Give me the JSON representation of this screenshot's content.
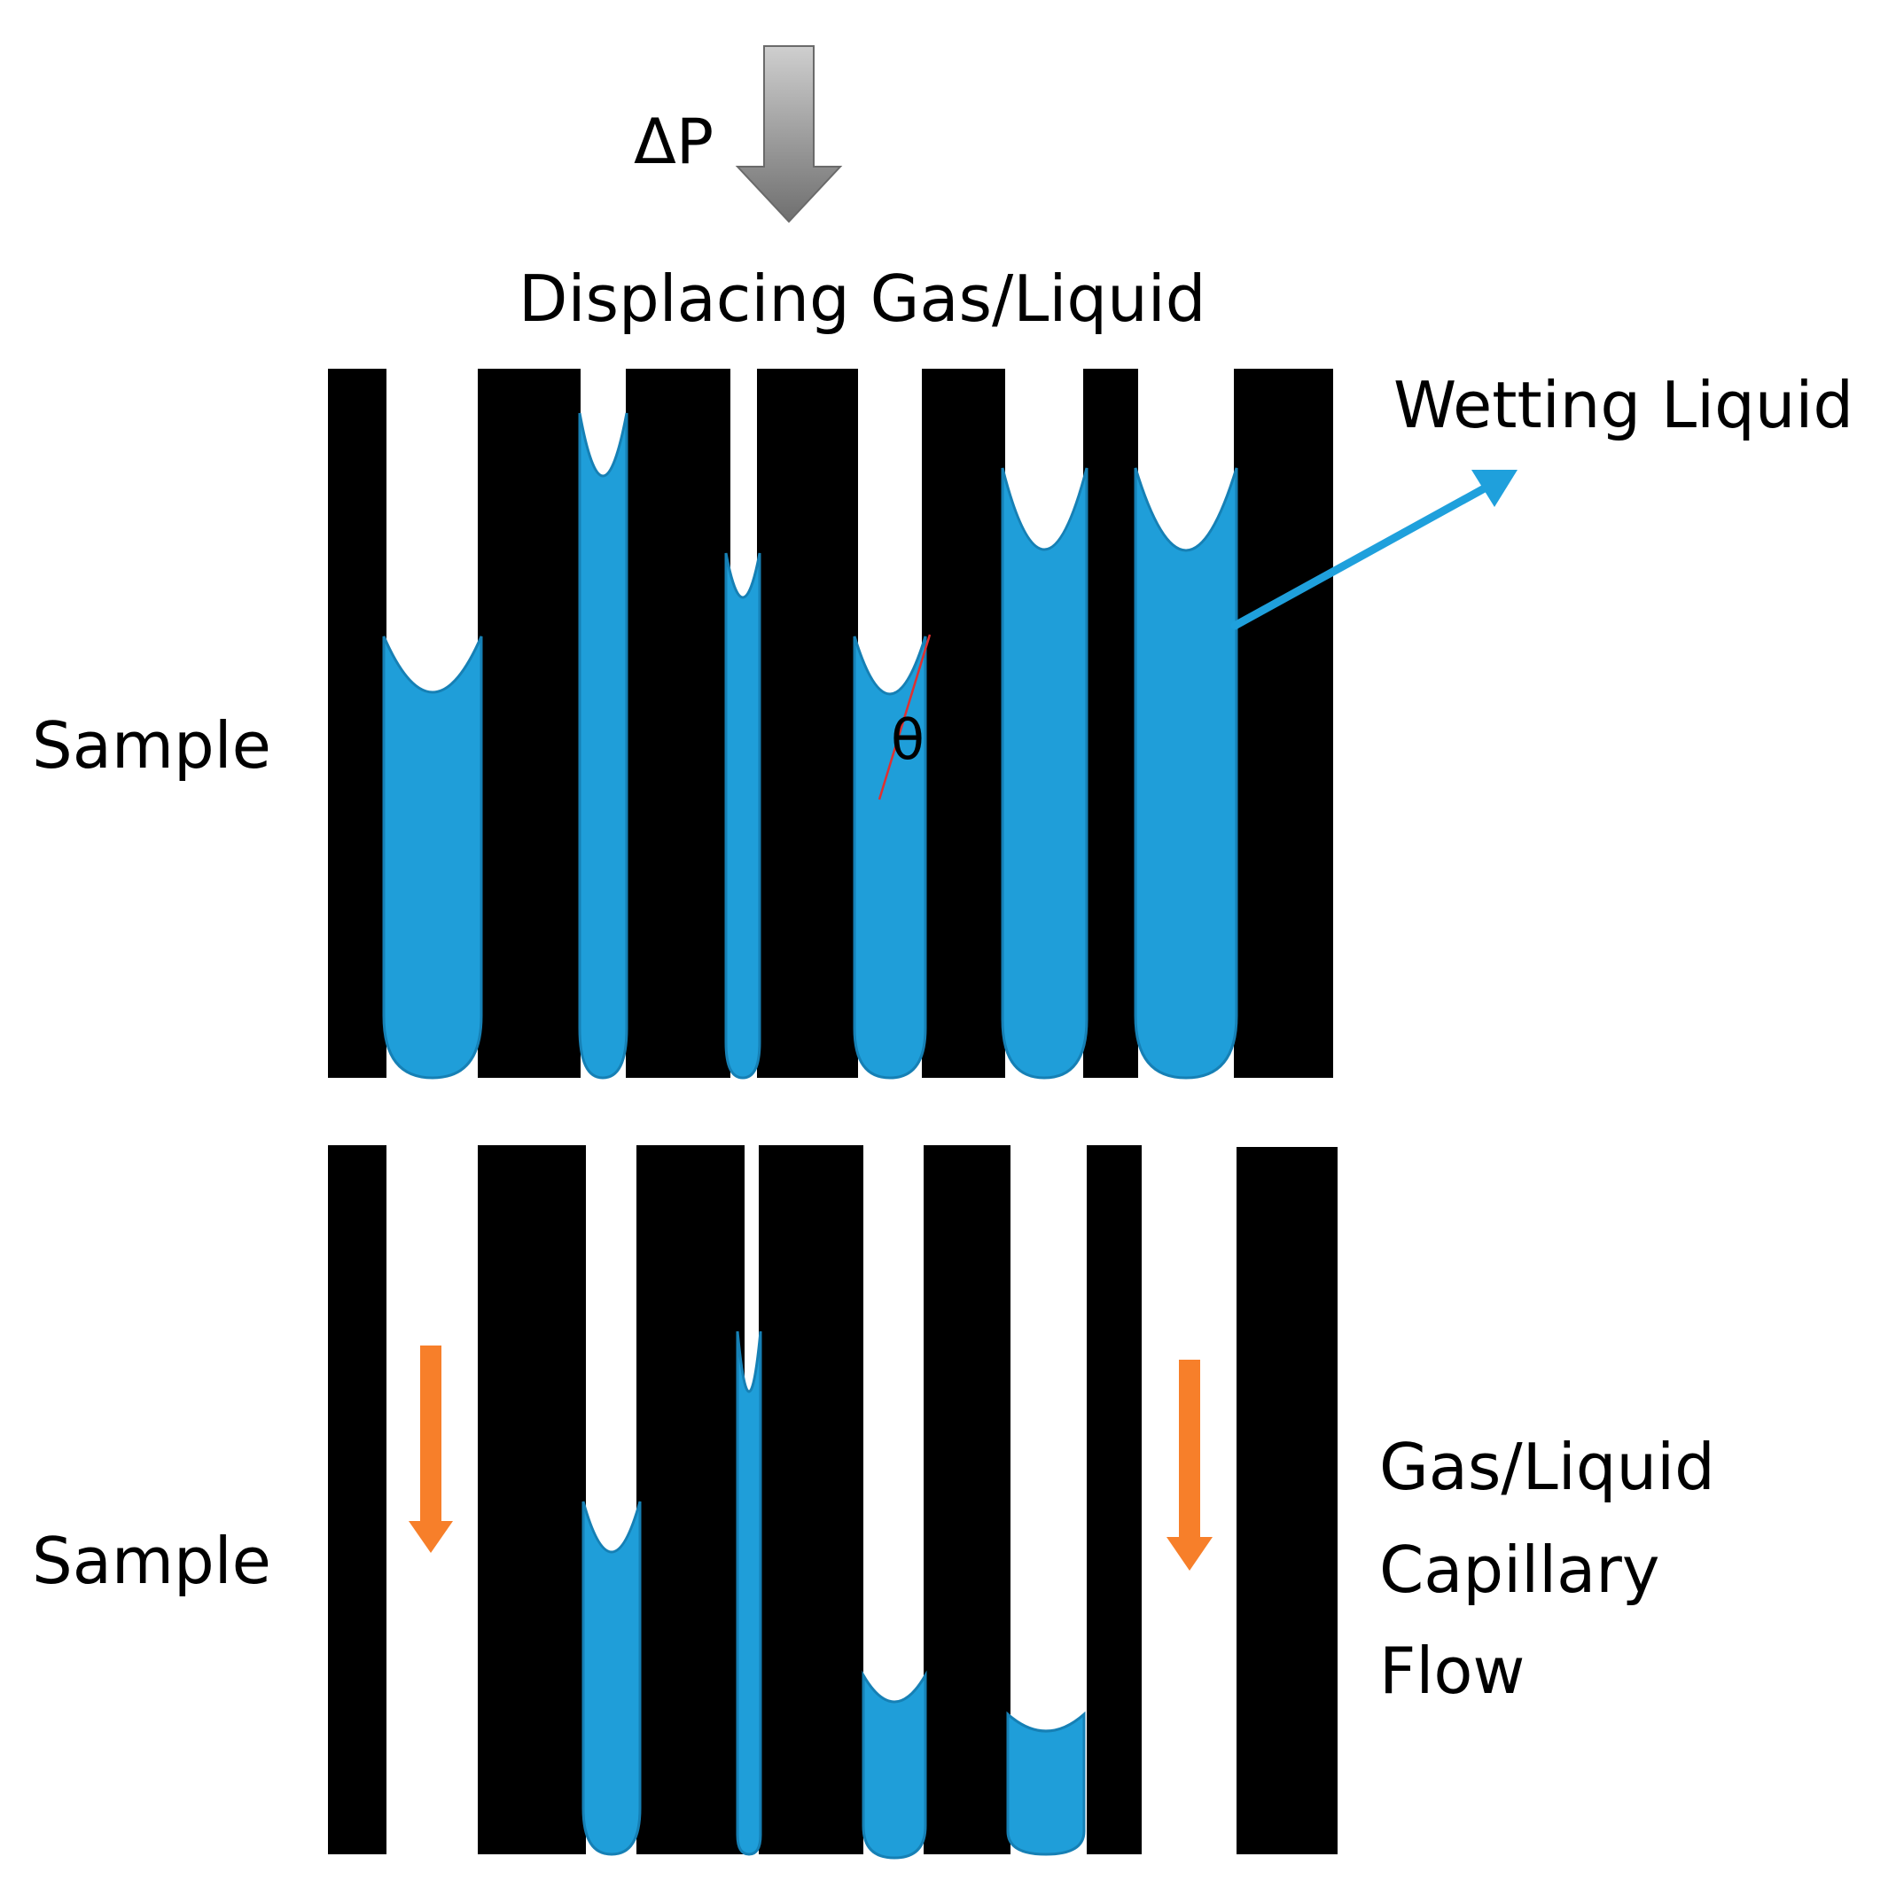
{
  "labels": {
    "pressure": "ΔP",
    "displacing": "Displacing Gas/Liquid",
    "wetting": "Wetting Liquid",
    "sample_top": "Sample",
    "sample_bottom": "Sample",
    "theta": "θ",
    "flow_line1": "Gas/Liquid",
    "flow_line2": "Capillary",
    "flow_line3": "Flow"
  },
  "colors": {
    "solid": "#000000",
    "liquid": "#1f9ed9",
    "liquid_edge": "#1680b5",
    "pressure_arrow": "#8c8c8c",
    "wetting_arrow": "#1fa0dc",
    "flow_arrow": "#f77f2a",
    "contact_line": "#e03030",
    "background": "#ffffff"
  }
}
